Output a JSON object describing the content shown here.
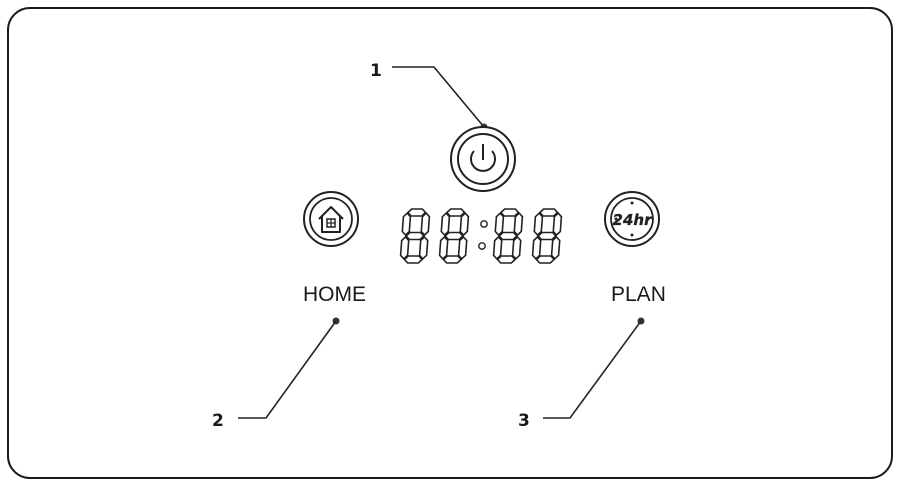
{
  "callouts": {
    "power": "1",
    "home": "2",
    "plan": "3"
  },
  "buttons": {
    "home_label": "HOME",
    "plan_label": "PLAN",
    "plan_icon_text": "24hr"
  },
  "display": {
    "digit_count": 4,
    "colon": true
  },
  "icons": {
    "power": "power-icon",
    "home": "house-icon",
    "plan": "24hr-clock-icon"
  }
}
